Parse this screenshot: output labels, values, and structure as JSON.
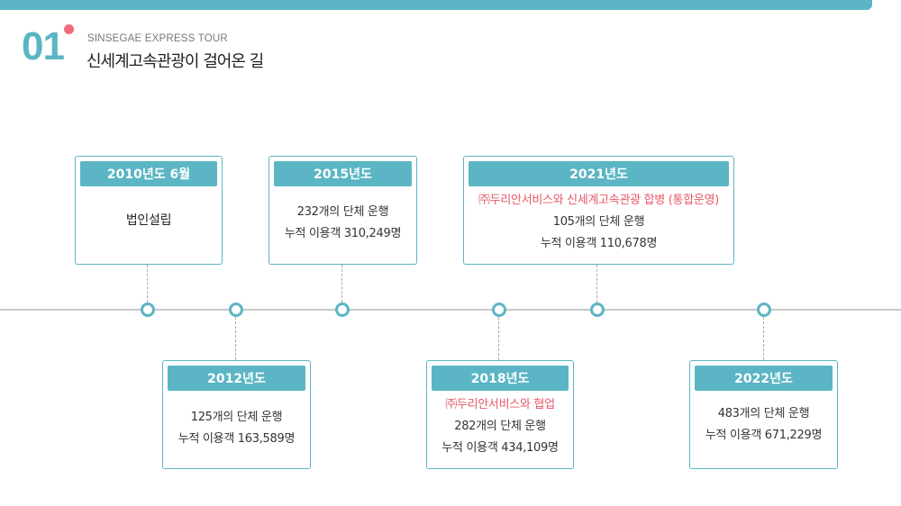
{
  "header": {
    "number": "01",
    "subtitle": "SINSEGAE EXPRESS TOUR",
    "title": "신세계고속관광이 걸어온 길"
  },
  "timeline": {
    "e2010": {
      "year": "2010년도 6월",
      "line1": "법인설립"
    },
    "e2012": {
      "year": "2012년도",
      "line1": "125개의 단체 운행",
      "line2": "누적 이용객 163,589명"
    },
    "e2015": {
      "year": "2015년도",
      "line1": "232개의 단체 운행",
      "line2": "누적 이용객 310,249명"
    },
    "e2018": {
      "year": "2018년도",
      "highlight": "㈜두리안서비스와 협업",
      "line1": "282개의 단체 운행",
      "line2": "누적 이용객 434,109명"
    },
    "e2021": {
      "year": "2021년도",
      "highlight": "㈜두리안서비스와 신세계고속관광 합병 (통합운영)",
      "line1": "105개의 단체 운행",
      "line2": "누적 이용객 110,678명"
    },
    "e2022": {
      "year": "2022년도",
      "line1": "483개의 단체 운행",
      "line2": "누적 이용객 671,229명"
    }
  },
  "colors": {
    "accent": "#5bb5c4",
    "highlight": "#e75868",
    "dot": "#ee6b78",
    "line": "#c8c8c8"
  }
}
